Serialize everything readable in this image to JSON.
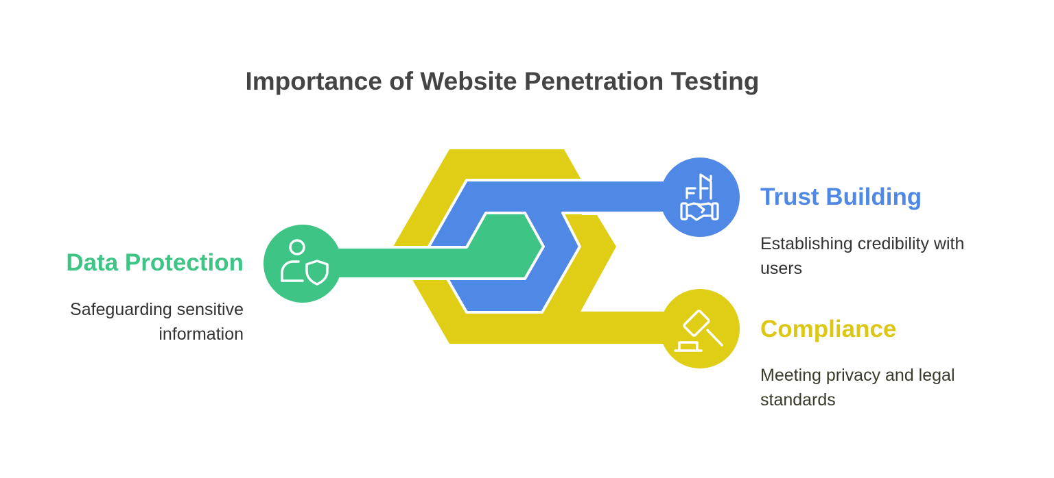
{
  "title": "Importance of Website Penetration Testing",
  "items": [
    {
      "heading": "Data Protection",
      "description_lines": [
        "Safeguarding sensitive",
        "information"
      ],
      "icon": "user-shield-icon",
      "color": "#3EC586"
    },
    {
      "heading": "Trust Building",
      "description_lines": [
        "Establishing credibility with",
        "users"
      ],
      "icon": "handshake-icon",
      "color": "#4F89E5"
    },
    {
      "heading": "Compliance",
      "description_lines": [
        "Meeting privacy and legal",
        "standards"
      ],
      "icon": "gavel-icon",
      "color": "#DFCD16"
    }
  ]
}
